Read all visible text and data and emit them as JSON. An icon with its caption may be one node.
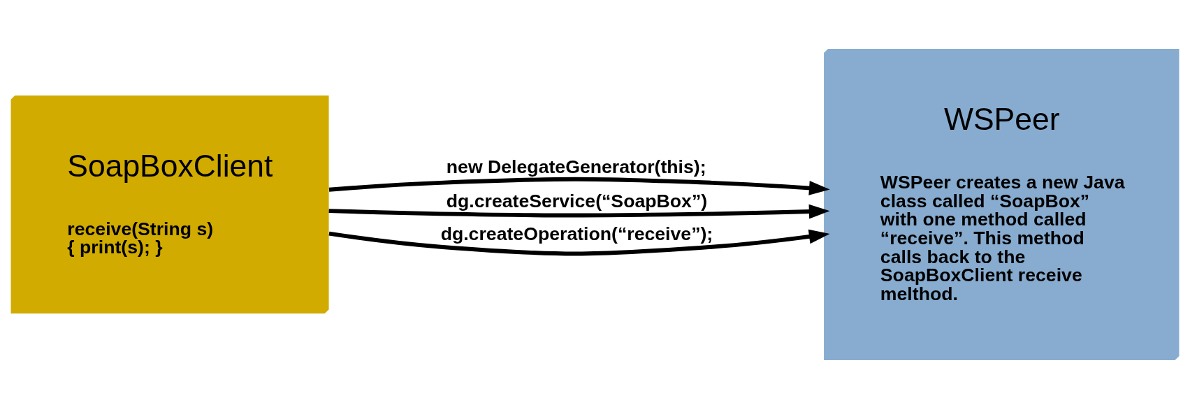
{
  "diagram": {
    "nodes": [
      {
        "text": [
          "SoapBoxClient",
          "receive(String s) { print(s); }"
        ]
      },
      {
        "text": [
          "WSPeer",
          "WSPeer creates a new Java class called “SoapBox” with one method called “receive”. This method calls back to the SoapBoxClient receive melthod."
        ]
      }
    ],
    "edges": [
      {
        "from": 0,
        "to": 1,
        "arrow": "to",
        "label": "new DelegateGenerator(this);"
      },
      {
        "from": 0,
        "to": 1,
        "arrow": "to",
        "label": "dg.createService(“SoapBox”)"
      },
      {
        "from": 0,
        "to": 1,
        "arrow": "to",
        "label": "dg.createOperation(“receive”);"
      }
    ]
  }
}
